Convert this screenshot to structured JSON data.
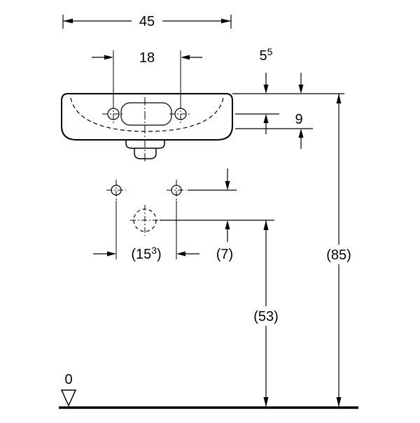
{
  "drawing": {
    "type": "sanitary-ware technical dimension drawing (wall-hung washbasin, front view)",
    "colors": {
      "line": "#000000",
      "background": "#ffffff"
    },
    "dims": {
      "overall_width": "45",
      "tap_hole_spacing": "18",
      "rim_to_taphole": {
        "base": "5",
        "sup": "5"
      },
      "rim_to_overflow": "9",
      "fixing_hole_spacing": {
        "p1": "(15",
        "sup": "3",
        "p3": ")"
      },
      "fixing_to_drain": "(7)",
      "rim_height": "(85)",
      "drain_height": "(53)",
      "floor_datum": "0"
    }
  }
}
